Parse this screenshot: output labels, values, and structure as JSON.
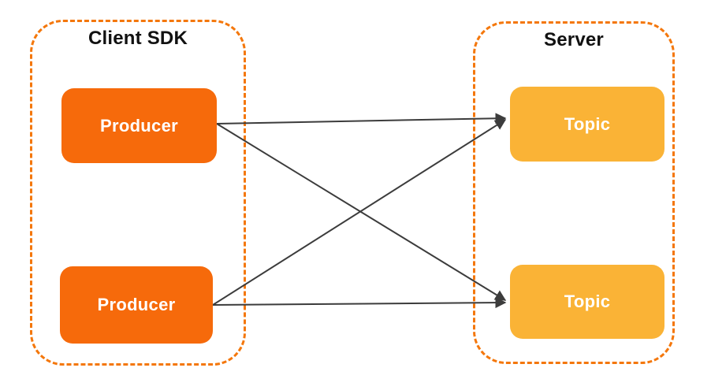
{
  "diagram": {
    "groups": {
      "client_sdk": {
        "label": "Client SDK"
      },
      "server": {
        "label": "Server"
      }
    },
    "nodes": {
      "producer1": {
        "label": "Producer"
      },
      "producer2": {
        "label": "Producer"
      },
      "topic1": {
        "label": "Topic"
      },
      "topic2": {
        "label": "Topic"
      }
    },
    "edges": [
      {
        "from": "producer1",
        "to": "topic1"
      },
      {
        "from": "producer1",
        "to": "topic2"
      },
      {
        "from": "producer2",
        "to": "topic1"
      },
      {
        "from": "producer2",
        "to": "topic2"
      }
    ],
    "colors": {
      "producer_fill": "#F66A0B",
      "topic_fill": "#FAB336",
      "group_border": "#F4770B",
      "arrow": "#3C3C3C",
      "title_text": "#111111",
      "node_text": "#FFFFFF",
      "canvas_bg": "#FFFFFF"
    }
  }
}
